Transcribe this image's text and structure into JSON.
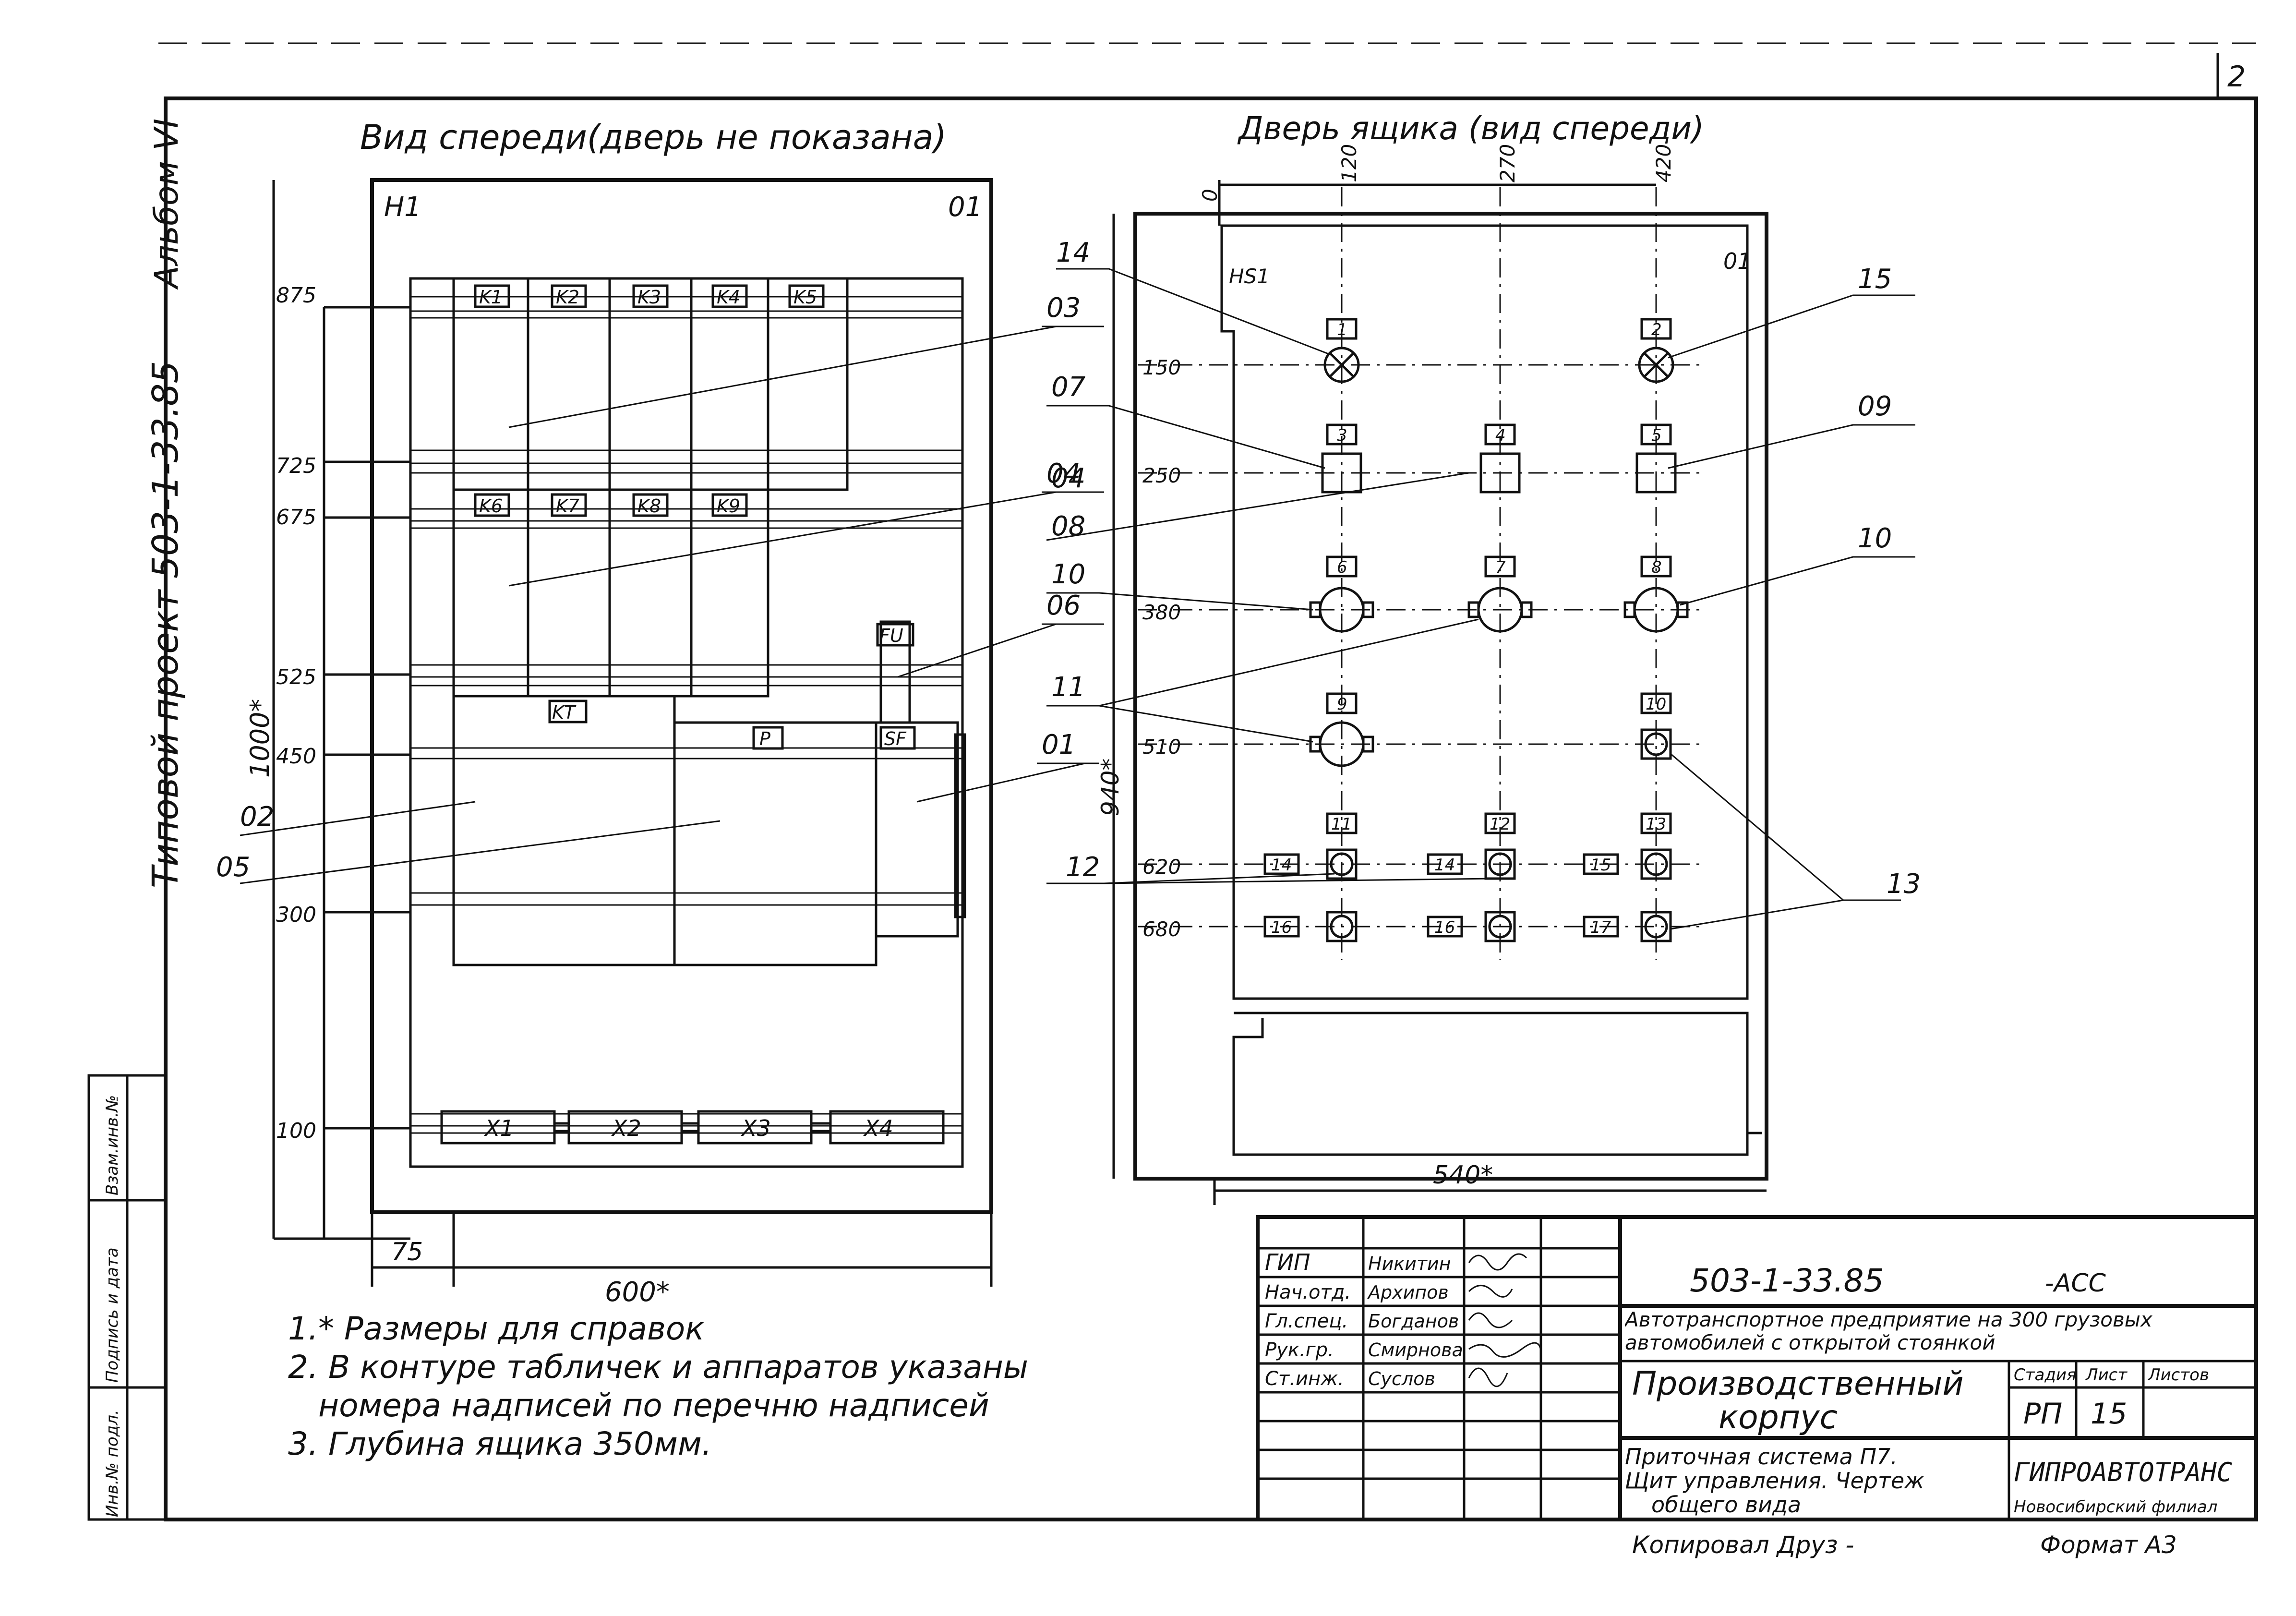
{
  "page_number": "2",
  "side_labels": {
    "album": "Альбом VI",
    "project": "Типовой проект 503-1-33.85"
  },
  "left_view": {
    "title": "Вид спереди(дверь не показана)",
    "corner_left": "H1",
    "corner_right": "01",
    "relays_top": [
      "K1",
      "K2",
      "K3",
      "K4",
      "K5"
    ],
    "relays_mid": [
      "K6",
      "K7",
      "K8",
      "K9"
    ],
    "bottom_labels": [
      "KT",
      "P",
      "SF",
      "FU"
    ],
    "terminals": [
      "X1",
      "X2",
      "X3",
      "X4"
    ],
    "dims_left": [
      "875",
      "725",
      "675",
      "525",
      "450",
      "300",
      "100"
    ],
    "dim_height": "1000*",
    "dim_width": "600*",
    "dim_offset": "75",
    "callouts": [
      "03",
      "04",
      "06",
      "01",
      "02",
      "05"
    ]
  },
  "right_view": {
    "title": "Дверь ящика (вид спереди)",
    "corner_left": "HS1",
    "corner_right": "01",
    "top_dims": [
      "0",
      "120",
      "270",
      "420"
    ],
    "dims_left": [
      "150",
      "250",
      "380",
      "510",
      "620",
      "680"
    ],
    "dim_height": "940*",
    "dim_width": "540*",
    "tags_row1": [
      "1",
      "2"
    ],
    "tags_row2": [
      "3",
      "4",
      "5"
    ],
    "tags_row3": [
      "6",
      "7",
      "8"
    ],
    "tags_row4": [
      "9",
      "10"
    ],
    "tags_row5": [
      "11",
      "12",
      "13"
    ],
    "tags_row6": [
      "14",
      "14",
      "15"
    ],
    "tags_row7": [
      "16",
      "16",
      "17"
    ],
    "callouts": [
      "14",
      "15",
      "07",
      "09",
      "08",
      "04",
      "10",
      "10",
      "11",
      "12",
      "13"
    ]
  },
  "notes": [
    "1.* Размеры для справок",
    "2. В контуре табличек и аппаратов указаны",
    "   номера надписей по перечню надписей",
    "3. Глубина ящика 350мм."
  ],
  "side_stamp": [
    "Инв.№ подл.",
    "Подпись и дата",
    "Взам.инв.№"
  ],
  "title_block": {
    "roles": [
      "ГИП",
      "Нач.отд.",
      "Гл.спец.",
      "Рук.гр.",
      "Ст.инж."
    ],
    "names": [
      "Никитин",
      "Архипов",
      "Богданов",
      "Смирнова",
      "Суслов"
    ],
    "code": "503-1-33.85",
    "suffix": "-АСС",
    "project": "Автотранспортное предприятие на 300 грузовых автомобилей с открытой стоянкой",
    "building_1": "Производственный",
    "building_2": "корпус",
    "stage_header": "Стадия",
    "sheet_header": "Лист",
    "sheets_header": "Листов",
    "stage": "РП",
    "sheet": "15",
    "sheet_title_1": "Приточная система П7.",
    "sheet_title_2": "Щит управления. Чертеж",
    "sheet_title_3": "общего вида",
    "org_1": "ГИПРОАВТОТРАНС",
    "org_2": "Новосибирский филиал",
    "copied": "Копировал Друз -",
    "format": "Формат А3"
  }
}
